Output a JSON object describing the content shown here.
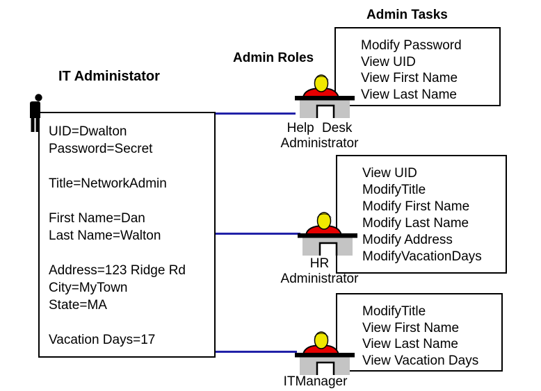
{
  "diagram": {
    "headers": {
      "admin_tasks": "Admin Tasks",
      "admin_roles": "Admin Roles",
      "user_title": "IT Administator"
    },
    "user_attributes": [
      "UID=Dwalton",
      "Password=Secret",
      "",
      "Title=NetworkAdmin",
      "",
      "First Name=Dan",
      "Last Name=Walton",
      "",
      "Address=123 Ridge Rd",
      "City=MyTown",
      "State=MA",
      "",
      "Vacation Days=17"
    ],
    "roles": [
      {
        "name_lines": [
          "Help Desk",
          "Administrator"
        ],
        "tasks": [
          "Modify Password",
          "View UID",
          "View First Name",
          "View Last Name"
        ]
      },
      {
        "name_lines": [
          "HR",
          "Administrator"
        ],
        "tasks": [
          "View UID",
          "ModifyTitle",
          "Modify First Name",
          "Modify Last Name",
          "Modify Address",
          "ModifyVacationDays"
        ]
      },
      {
        "name_lines": [
          "ITManager",
          ""
        ],
        "tasks": [
          "ModifyTitle",
          "View First Name",
          "View Last Name",
          "View Vacation Days"
        ]
      }
    ],
    "icons": {
      "user": "standing-person-icon",
      "role": "admin-at-desk-icon"
    },
    "colors": {
      "connector_line": "#2121a8",
      "box_border": "#000000",
      "icon_hair": "#000000",
      "icon_face": "#f0e800",
      "icon_shirt": "#e60000",
      "icon_desk": "#c4c4c4"
    }
  }
}
